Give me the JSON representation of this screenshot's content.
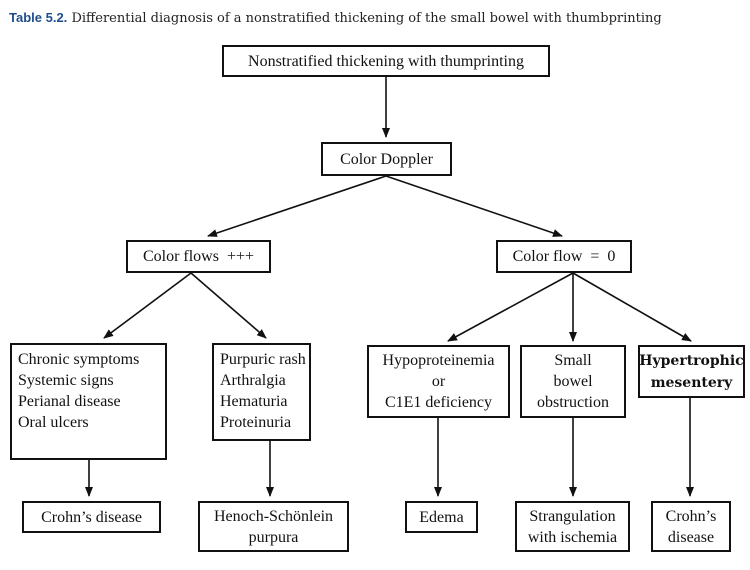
{
  "caption": {
    "label": "Table 5.2.",
    "text": "Differential diagnosis of a nonstratified thickening of the small bowel with thumbprinting"
  },
  "nodes": {
    "root": [
      "Nonstratified thickening with thumprinting"
    ],
    "doppler": [
      "Color Doppler"
    ],
    "flows_pos": [
      "Color flows  +++"
    ],
    "flow_zero": [
      "Color flow  =  0"
    ],
    "crohn_signs": [
      "Chronic symptoms",
      "Systemic signs",
      "Perianal disease",
      "Oral ulcers"
    ],
    "hsp_signs": [
      "Purpuric rash",
      "Arthralgia",
      "Hematuria",
      "Proteinuria"
    ],
    "hypoprotein": [
      "Hypoproteinemia",
      "or",
      "C1E1 deficiency"
    ],
    "obstruction": [
      "Small",
      "bowel",
      "obstruction"
    ],
    "mesentery": [
      "Hypertrophic",
      "mesentery"
    ],
    "crohn_dx": [
      "Crohn’s disease"
    ],
    "hsp_dx": [
      "Henoch-Schönlein",
      "purpura"
    ],
    "edema": [
      "Edema"
    ],
    "strangulation": [
      "Strangulation",
      "with ischemia"
    ],
    "crohn_dx2": [
      "Crohn’s",
      "disease"
    ]
  },
  "colors": {
    "caption_label": "#1f4e8c",
    "stroke": "#111111"
  }
}
